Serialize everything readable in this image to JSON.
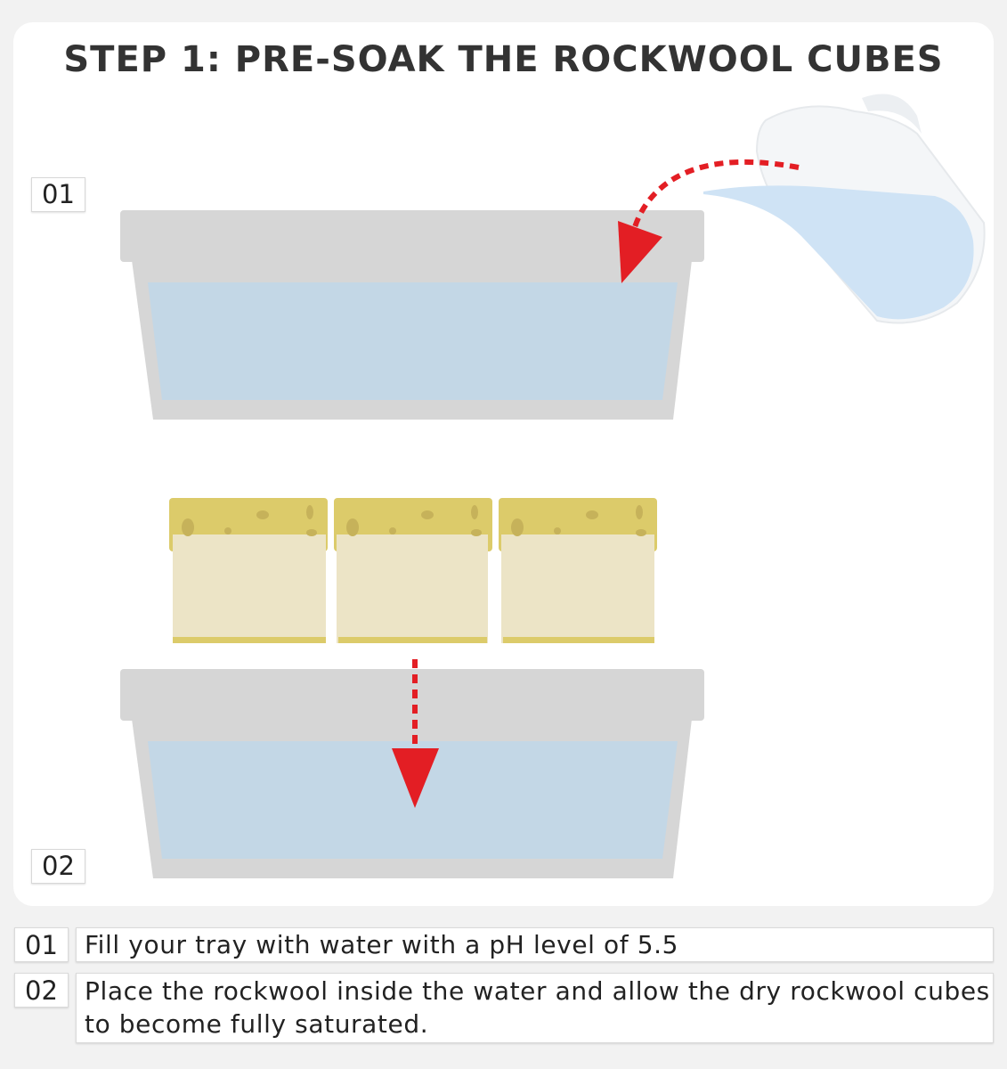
{
  "title": "STEP 1: PRE-SOAK THE ROCKWOOL CUBES",
  "badges": {
    "step1": "01",
    "step2": "02"
  },
  "captions": [
    {
      "number": "01",
      "text": "Fill your tray with water with a pH level of 5.5"
    },
    {
      "number": "02",
      "text": "Place the rockwool inside the water and allow the dry rockwool cubes to become fully saturated."
    }
  ],
  "colors": {
    "tray": "#d6d6d6",
    "water": "#c3d7e6",
    "jug_water": "#cfe3f5",
    "cube_top": "#dccb6a",
    "cube_body": "#ece4c6",
    "arrow": "#e31e24"
  }
}
